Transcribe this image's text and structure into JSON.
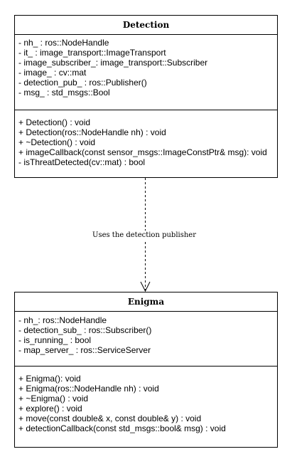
{
  "classes": {
    "detection": {
      "name": "Detection",
      "attributes": [
        "- nh_ : ros::NodeHandle",
        "- it_ : image_transport::ImageTransport",
        "- image_subscriber_: image_transport::Subscriber",
        "- image_ : cv::mat",
        "- detection_pub_ : ros::Publisher()",
        "- msg_ : std_msgs::Bool"
      ],
      "methods": [
        "+ Detection() : void",
        "+ Detection(ros::NodeHandle nh) : void",
        "+ ~Detection() : void",
        "+ imageCallback(const sensor_msgs::ImageConstPtr& msg): void",
        "- isThreatDetected(cv::mat) : bool"
      ]
    },
    "enigma": {
      "name": "Enigma",
      "attributes": [
        "- nh_: ros::NodeHandle",
        "- detection_sub_ : ros::Subscriber()",
        "- is_running_ : bool",
        "- map_server_ : ros::ServiceServer"
      ],
      "methods": [
        "+ Enigma(): void",
        "+ Enigma(ros::NodeHandle nh) : void",
        "+ ~Enigma() : void",
        "+ explore() : void",
        "+ move(const double& x, const double& y) : void",
        "+ detectionCallback(const std_msgs::bool& msg) : void"
      ]
    }
  },
  "relationship": {
    "label": "Uses the detection publisher",
    "from": "Detection",
    "to": "Enigma",
    "style": "dashed",
    "arrowhead": "open"
  }
}
